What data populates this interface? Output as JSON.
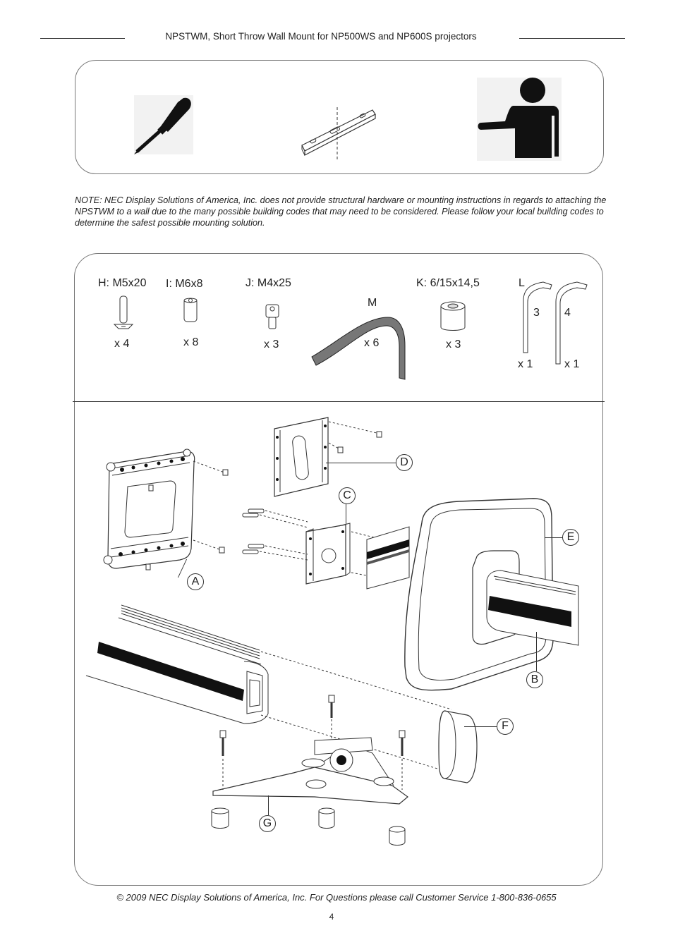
{
  "header": {
    "title": "NPSTWM, Short Throw Wall Mount for NP500WS and NP600S projectors"
  },
  "tools": {
    "icons": [
      "screwdriver-icon",
      "level-icon",
      "person-helper-icon"
    ]
  },
  "note": {
    "text": "NOTE: NEC Display Solutions of America, Inc. does not provide structural hardware or mounting instructions in regards to attaching the NPSTWM to a wall due to the many possible building codes that may need to be considered. Please follow your local building codes to determine the safest possible mounting solution."
  },
  "hardware": {
    "H": {
      "label": "H: M5x20",
      "qty": "x 4"
    },
    "I": {
      "label": "I: M6x8",
      "qty": "x 8"
    },
    "J": {
      "label": "J: M4x25",
      "qty": "x 3"
    },
    "M": {
      "label": "M",
      "qty": "x 6"
    },
    "K": {
      "label": "K:  6/15x14,5",
      "qty": "x 3"
    },
    "L": {
      "label": "L",
      "key3": "3",
      "key4": "4",
      "qty3": "x 1",
      "qty4": "x 1"
    }
  },
  "callouts": {
    "A": "A",
    "B": "B",
    "C": "C",
    "D": "D",
    "E": "E",
    "F": "F",
    "G": "G"
  },
  "footer": {
    "text": "© 2009 NEC Display Solutions of America, Inc. For Questions please call Customer Service 1-800-836-0655",
    "page": "4"
  }
}
